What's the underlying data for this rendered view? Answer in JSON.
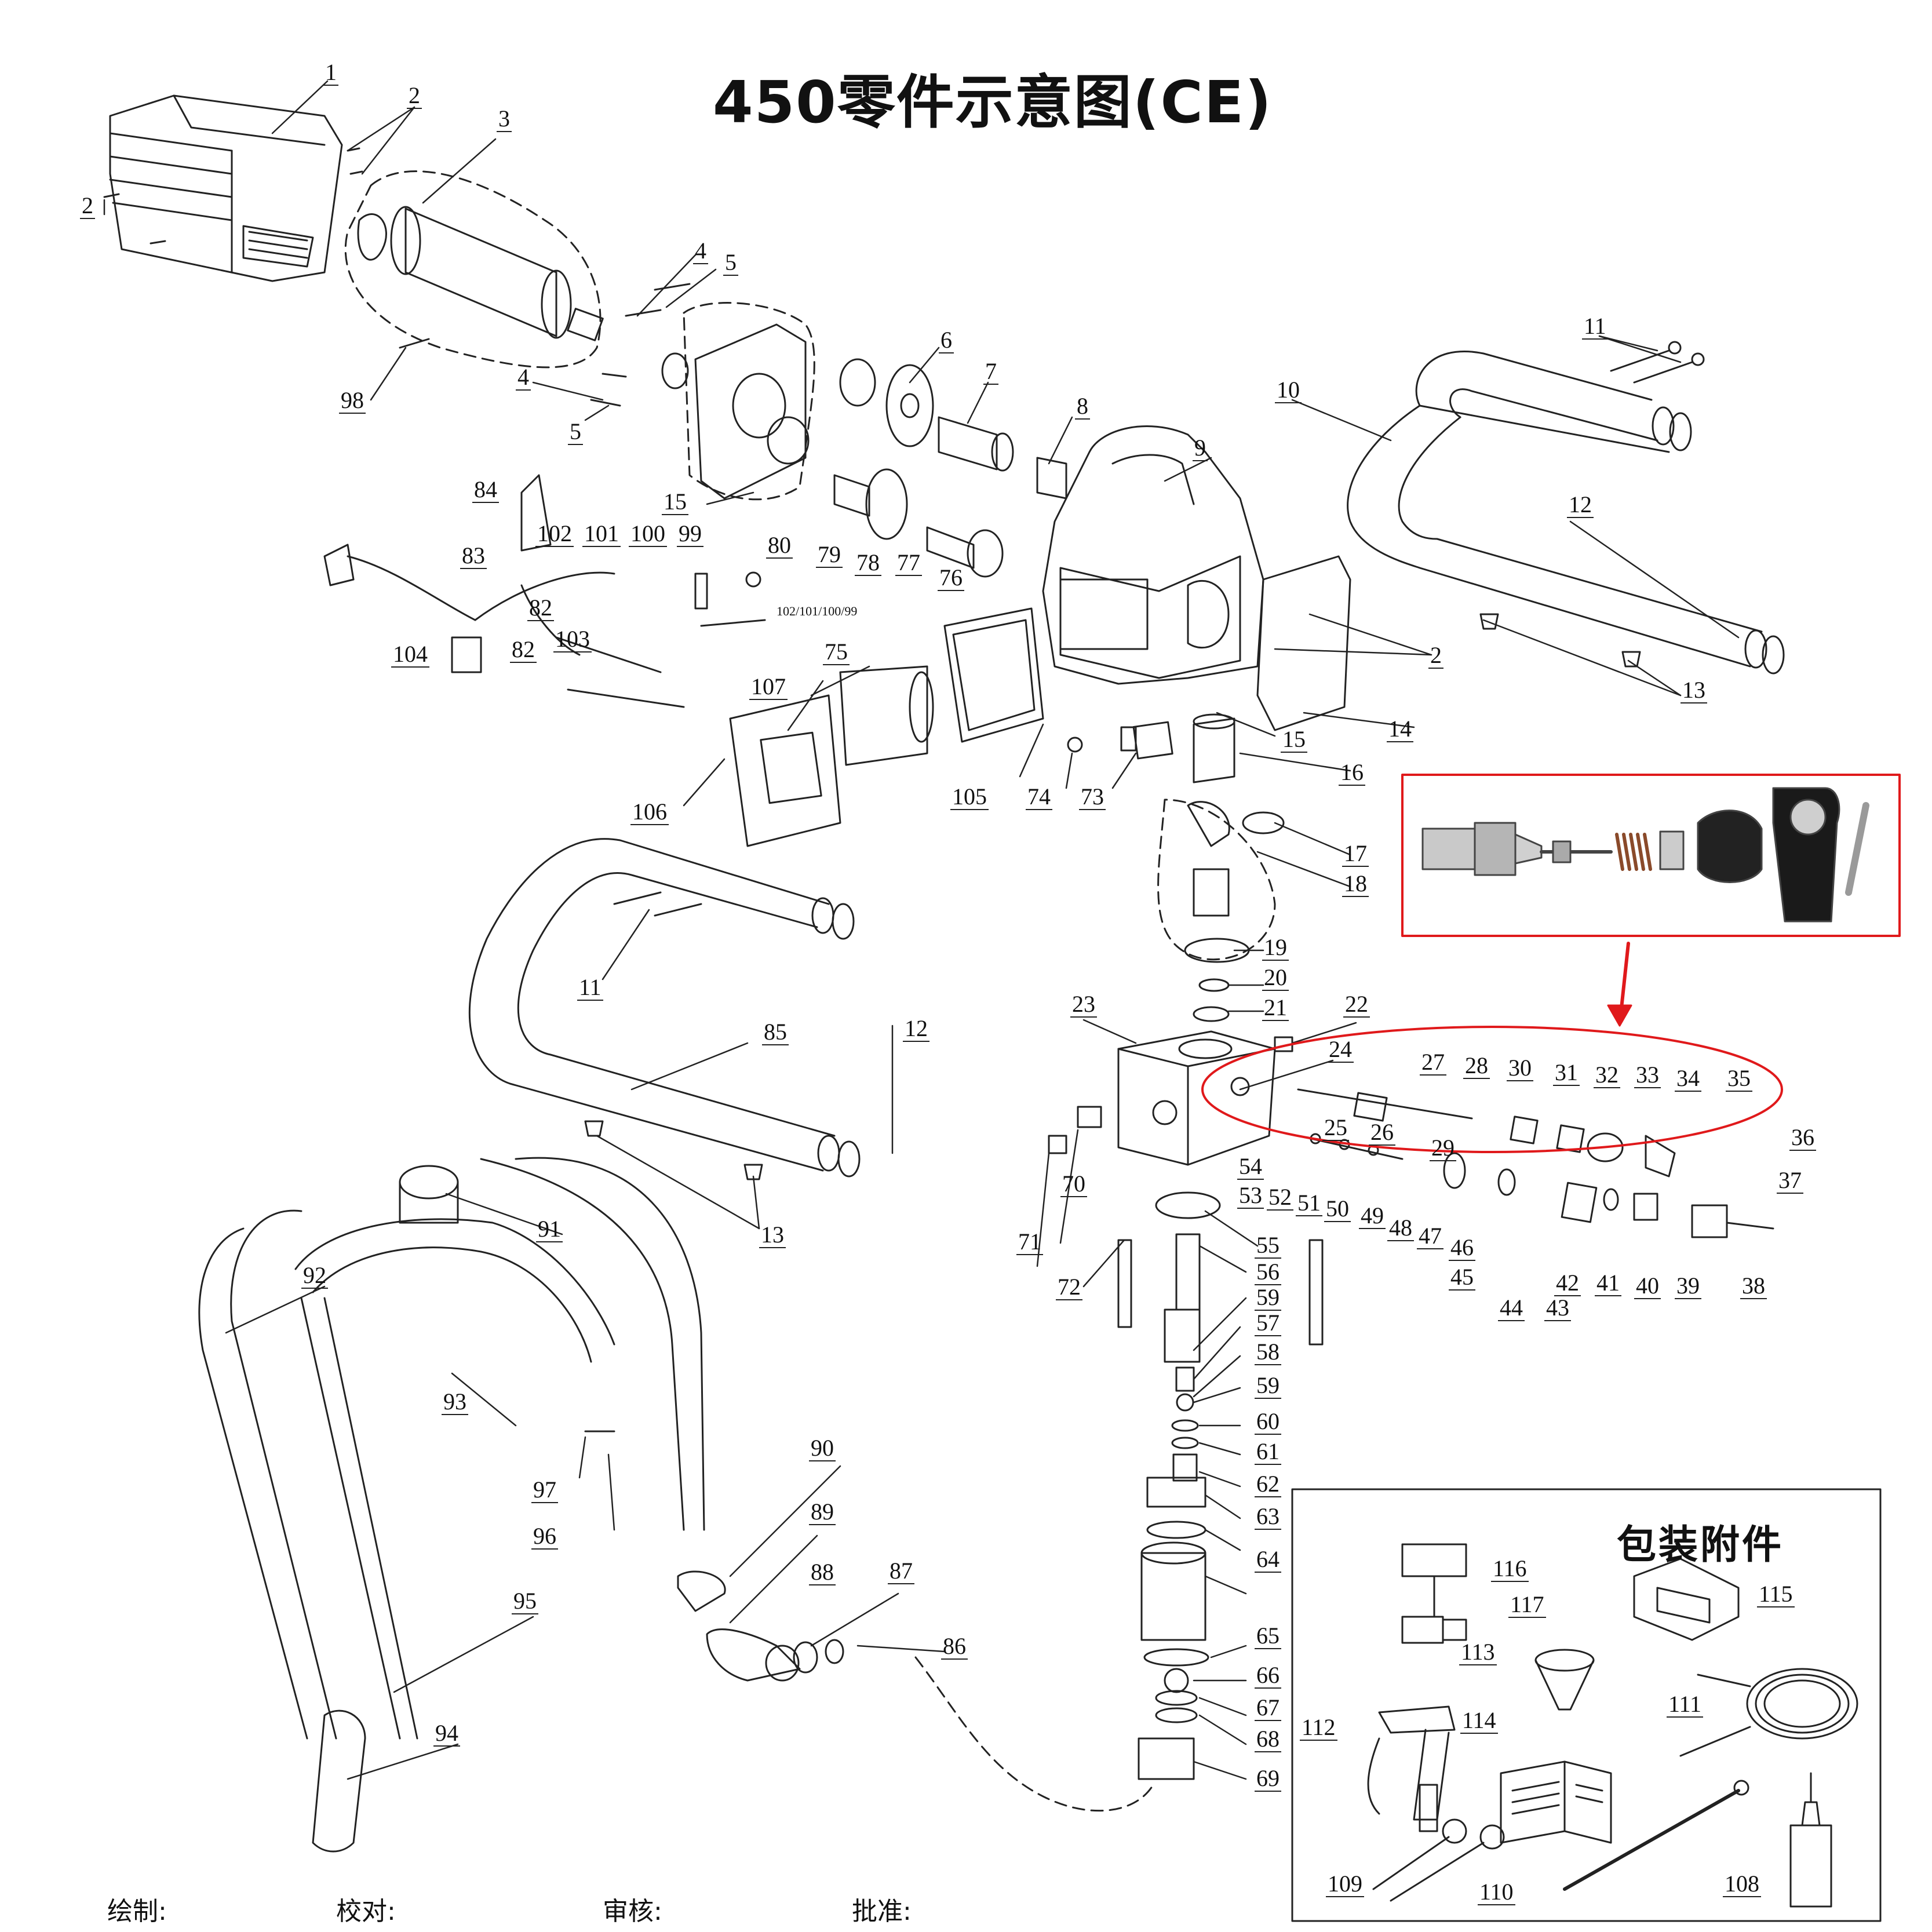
{
  "title": "450零件示意图(CE)",
  "accessories_title": "包装附件",
  "signoff": {
    "drawn": "绘制:",
    "checked": "校对:",
    "reviewed": "审核:",
    "approved": "批准:"
  },
  "sub_note": "102/101/100/99",
  "colors": {
    "line": "#222222",
    "highlight": "#e0191b"
  },
  "callouts": {
    "c1": "1",
    "c2a": "2",
    "c2b": "2",
    "c2c": "2",
    "c3": "3",
    "c4a": "4",
    "c4b": "4",
    "c5a": "5",
    "c5b": "5",
    "c6": "6",
    "c7": "7",
    "c8": "8",
    "c9": "9",
    "c10": "10",
    "c11a": "11",
    "c11b": "11",
    "c12a": "12",
    "c12b": "12",
    "c13a": "13",
    "c13b": "13",
    "c14": "14",
    "c15a": "15",
    "c15b": "15",
    "c16": "16",
    "c17": "17",
    "c18": "18",
    "c19": "19",
    "c20": "20",
    "c21": "21",
    "c22": "22",
    "c23": "23",
    "c24": "24",
    "c25": "25",
    "c26": "26",
    "c27": "27",
    "c28": "28",
    "c29": "29",
    "c30": "30",
    "c31": "31",
    "c32": "32",
    "c33": "33",
    "c34": "34",
    "c35": "35",
    "c36": "36",
    "c37": "37",
    "c38": "38",
    "c39": "39",
    "c40": "40",
    "c41": "41",
    "c42": "42",
    "c43": "43",
    "c44": "44",
    "c45": "45",
    "c46": "46",
    "c47": "47",
    "c48": "48",
    "c49": "49",
    "c50": "50",
    "c51": "51",
    "c52": "52",
    "c53": "53",
    "c54": "54",
    "c55": "55",
    "c56": "56",
    "c57": "57",
    "c58": "58",
    "c59a": "59",
    "c59b": "59",
    "c60": "60",
    "c61": "61",
    "c62": "62",
    "c63": "63",
    "c64": "64",
    "c65": "65",
    "c66": "66",
    "c67": "67",
    "c68": "68",
    "c69": "69",
    "c70": "70",
    "c71": "71",
    "c72": "72",
    "c73": "73",
    "c74": "74",
    "c75": "75",
    "c76": "76",
    "c77": "77",
    "c78": "78",
    "c79": "79",
    "c80": "80",
    "c82a": "82",
    "c82b": "82",
    "c83": "83",
    "c84": "84",
    "c85": "85",
    "c86": "86",
    "c87": "87",
    "c88": "88",
    "c89": "89",
    "c90": "90",
    "c91": "91",
    "c92": "92",
    "c93": "93",
    "c94": "94",
    "c95": "95",
    "c96": "96",
    "c97": "97",
    "c98": "98",
    "c99": "99",
    "c100": "100",
    "c101": "101",
    "c102": "102",
    "c103": "103",
    "c104": "104",
    "c105": "105",
    "c106": "106",
    "c107": "107",
    "c108": "108",
    "c109": "109",
    "c110": "110",
    "c111": "111",
    "c112": "112",
    "c113": "113",
    "c114": "114",
    "c115": "115",
    "c116": "116",
    "c117": "117"
  }
}
